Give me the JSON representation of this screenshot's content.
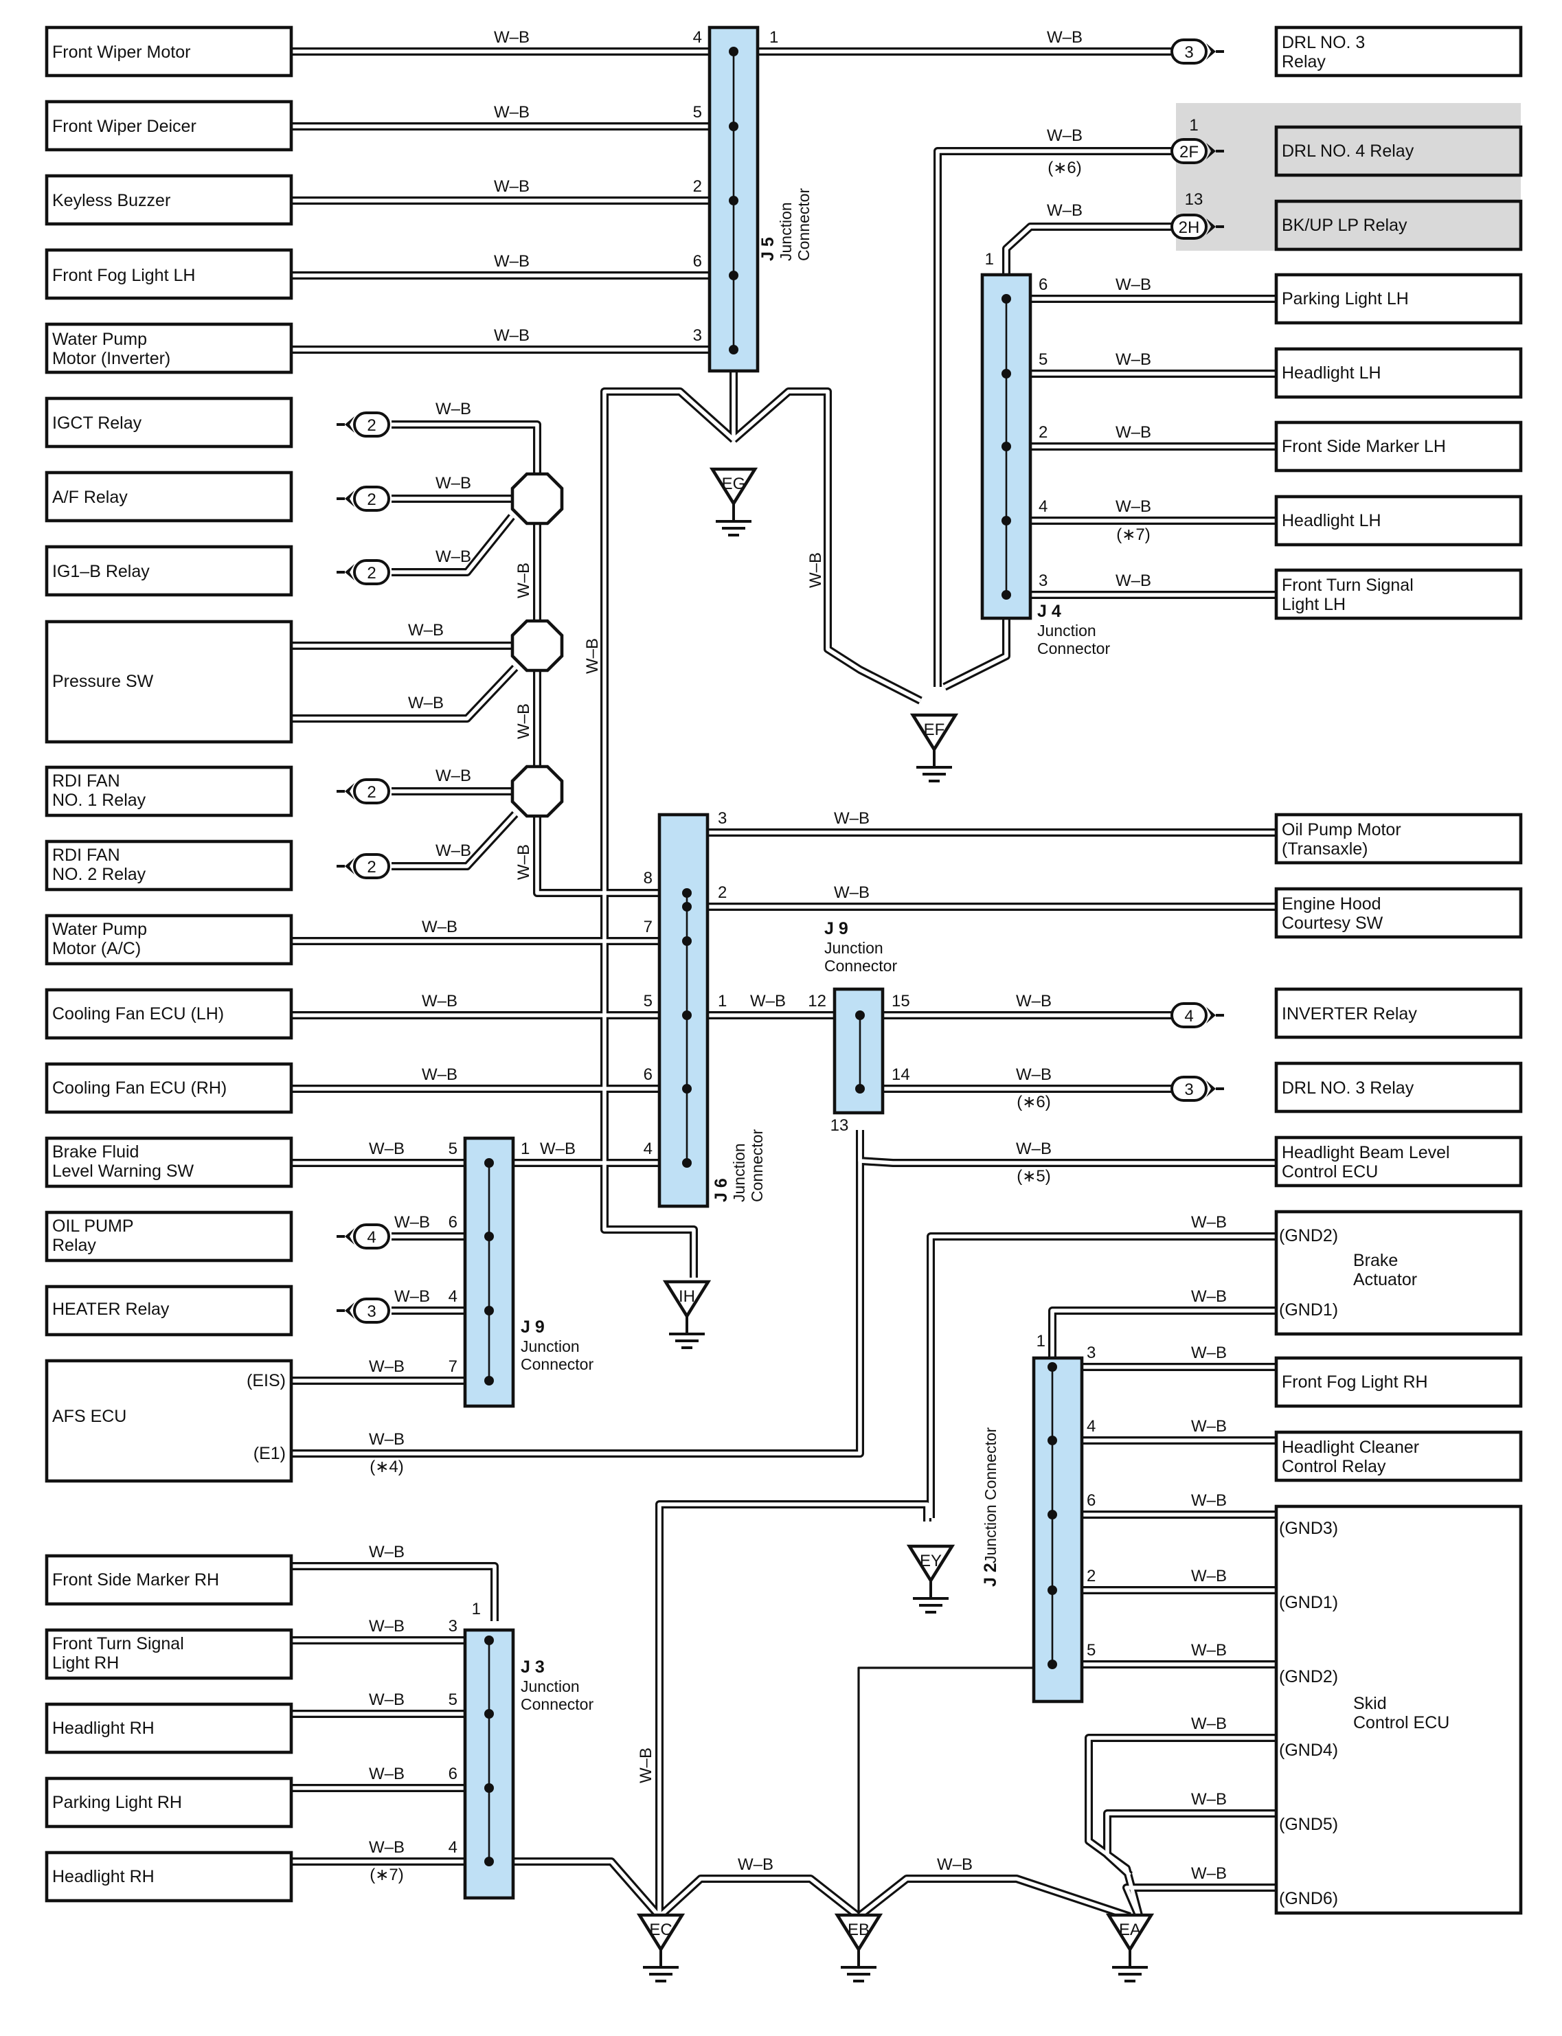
{
  "diagram_type": "ground wiring schematic",
  "wire_color_code": "W–B",
  "colors": {
    "junction_fill": "#bfe0f5",
    "highlight_fill": "#d9d9d9",
    "wire": "#111111",
    "background": "#ffffff"
  },
  "components_left": [
    {
      "id": "front-wiper-motor",
      "lines": [
        "Front Wiper Motor"
      ]
    },
    {
      "id": "front-wiper-deicer",
      "lines": [
        "Front Wiper Deicer"
      ]
    },
    {
      "id": "keyless-buzzer",
      "lines": [
        "Keyless Buzzer"
      ]
    },
    {
      "id": "front-fog-light-lh",
      "lines": [
        "Front Fog Light LH"
      ]
    },
    {
      "id": "water-pump-motor-inverter",
      "lines": [
        "Water Pump",
        "Motor (Inverter)"
      ]
    },
    {
      "id": "igct-relay",
      "lines": [
        "IGCT Relay"
      ]
    },
    {
      "id": "af-relay",
      "lines": [
        "A/F Relay"
      ]
    },
    {
      "id": "ig1b-relay",
      "lines": [
        "IG1–B Relay"
      ]
    },
    {
      "id": "pressure-sw",
      "lines": [
        "Pressure SW"
      ]
    },
    {
      "id": "rdi-fan-no1-relay",
      "lines": [
        "RDI FAN",
        "NO. 1 Relay"
      ]
    },
    {
      "id": "rdi-fan-no2-relay",
      "lines": [
        "RDI FAN",
        "NO. 2 Relay"
      ]
    },
    {
      "id": "water-pump-motor-ac",
      "lines": [
        "Water Pump",
        "Motor (A/C)"
      ]
    },
    {
      "id": "cooling-fan-ecu-lh",
      "lines": [
        "Cooling Fan ECU (LH)"
      ]
    },
    {
      "id": "cooling-fan-ecu-rh",
      "lines": [
        "Cooling Fan ECU (RH)"
      ]
    },
    {
      "id": "brake-fluid-level-warning-sw",
      "lines": [
        "Brake Fluid",
        "Level Warning SW"
      ]
    },
    {
      "id": "oil-pump-relay",
      "lines": [
        "OIL PUMP",
        "Relay"
      ]
    },
    {
      "id": "heater-relay",
      "lines": [
        "HEATER Relay"
      ]
    },
    {
      "id": "afs-ecu",
      "lines": [
        "AFS ECU"
      ],
      "terminals": [
        "(EIS)",
        "(E1)"
      ]
    },
    {
      "id": "front-side-marker-rh",
      "lines": [
        "Front Side Marker RH"
      ]
    },
    {
      "id": "front-turn-signal-light-rh",
      "lines": [
        "Front Turn Signal",
        "Light RH"
      ]
    },
    {
      "id": "headlight-rh-1",
      "lines": [
        "Headlight RH"
      ]
    },
    {
      "id": "parking-light-rh",
      "lines": [
        "Parking Light RH"
      ]
    },
    {
      "id": "headlight-rh-2",
      "lines": [
        "Headlight RH"
      ]
    }
  ],
  "components_right": [
    {
      "id": "drl-no3-relay-top",
      "lines": [
        "DRL NO. 3",
        "Relay"
      ]
    },
    {
      "id": "drl-no4-relay",
      "lines": [
        "DRL NO. 4 Relay"
      ]
    },
    {
      "id": "bkup-lp-relay",
      "lines": [
        "BK/UP LP Relay"
      ]
    },
    {
      "id": "parking-light-lh",
      "lines": [
        "Parking Light LH"
      ]
    },
    {
      "id": "headlight-lh-1",
      "lines": [
        "Headlight LH"
      ]
    },
    {
      "id": "front-side-marker-lh",
      "lines": [
        "Front Side Marker LH"
      ]
    },
    {
      "id": "headlight-lh-2",
      "lines": [
        "Headlight LH"
      ]
    },
    {
      "id": "front-turn-signal-light-lh",
      "lines": [
        "Front Turn Signal",
        "Light LH"
      ]
    },
    {
      "id": "oil-pump-motor",
      "lines": [
        "Oil Pump Motor",
        "(Transaxle)"
      ]
    },
    {
      "id": "engine-hood-courtesy-sw",
      "lines": [
        "Engine Hood",
        "Courtesy SW"
      ]
    },
    {
      "id": "inverter-relay",
      "lines": [
        "INVERTER Relay"
      ]
    },
    {
      "id": "drl-no3-relay",
      "lines": [
        "DRL NO. 3 Relay"
      ]
    },
    {
      "id": "headlight-beam-level-control-ecu",
      "lines": [
        "Headlight Beam Level",
        "Control ECU"
      ]
    },
    {
      "id": "brake-actuator",
      "lines": [
        "Brake",
        "Actuator"
      ],
      "terminals": [
        "(GND2)",
        "(GND1)"
      ]
    },
    {
      "id": "front-fog-light-rh",
      "lines": [
        "Front Fog Light RH"
      ]
    },
    {
      "id": "headlight-cleaner-control-relay",
      "lines": [
        "Headlight Cleaner",
        "Control Relay"
      ]
    },
    {
      "id": "skid-control-ecu",
      "lines": [
        "Skid",
        "Control ECU"
      ],
      "terminals": [
        "(GND3)",
        "(GND1)",
        "(GND2)",
        "(GND4)",
        "(GND5)",
        "(GND6)"
      ]
    }
  ],
  "junctions": [
    {
      "id": "J5",
      "code": "J 5",
      "label": [
        "Junction",
        "Connector"
      ]
    },
    {
      "id": "J4",
      "code": "J 4",
      "label": [
        "Junction",
        "Connector"
      ]
    },
    {
      "id": "J6",
      "code": "J 6",
      "label": [
        "Junction",
        "Connector"
      ]
    },
    {
      "id": "J9a",
      "code": "J 9",
      "label": [
        "Junction",
        "Connector"
      ]
    },
    {
      "id": "J9b",
      "code": "J 9",
      "label": [
        "Junction",
        "Connector"
      ]
    },
    {
      "id": "J2",
      "code": "J 2",
      "label": [
        "Junction Connector"
      ]
    },
    {
      "id": "J3",
      "code": "J 3",
      "label": [
        "Junction",
        "Connector"
      ]
    }
  ],
  "grounds": [
    "EG",
    "EF",
    "IH",
    "EY",
    "EC",
    "EB",
    "EA"
  ],
  "plugs": [
    "3",
    "2F",
    "2H",
    "2",
    "2",
    "2",
    "2",
    "2",
    "4",
    "3",
    "4",
    "3"
  ],
  "pin_numbers": {
    "J5": [
      "4",
      "5",
      "2",
      "6",
      "3",
      "1"
    ],
    "J4": [
      "1",
      "6",
      "5",
      "2",
      "4",
      "3"
    ],
    "J6": [
      "3",
      "2",
      "8",
      "7",
      "5",
      "1",
      "6",
      "4"
    ],
    "J9a": [
      "12",
      "15",
      "14",
      "13"
    ],
    "J9b": [
      "5",
      "1",
      "6",
      "4",
      "7"
    ],
    "J2": [
      "1",
      "3",
      "4",
      "6",
      "2",
      "5"
    ],
    "J3": [
      "1",
      "3",
      "5",
      "6",
      "4"
    ],
    "plugs": [
      "1",
      "13"
    ]
  },
  "notes": [
    "(∗6)",
    "(∗7)",
    "(∗6)",
    "(∗5)",
    "(∗4)",
    "(∗7)"
  ]
}
